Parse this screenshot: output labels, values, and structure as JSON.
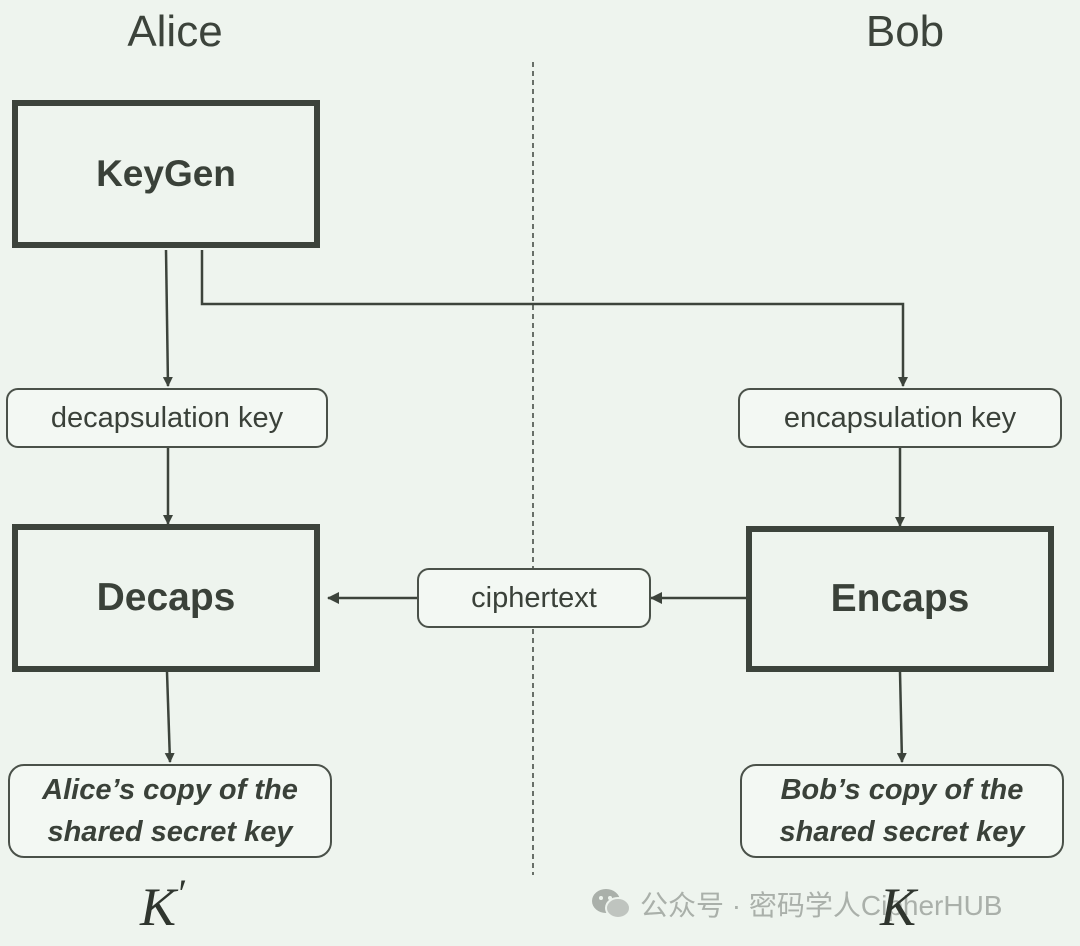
{
  "alice": {
    "label": "Alice",
    "keygen_label": "KeyGen",
    "decaps_key_label": "decapsulation key",
    "decaps_label": "Decaps",
    "secret_line1": "Alice’s copy of the",
    "secret_line2": "shared secret key",
    "key_symbol": "K",
    "key_prime": "′"
  },
  "bob": {
    "label": "Bob",
    "encaps_key_label": "encapsulation key",
    "encaps_label": "Encaps",
    "secret_line1": "Bob’s copy of the",
    "secret_line2": "shared secret key",
    "key_symbol": "K"
  },
  "channel": {
    "ciphertext_label": "ciphertext"
  },
  "watermark": {
    "text": "公众号 · 密码学人CipherHUB",
    "icon": "wechat-icon"
  },
  "colors": {
    "background": "#eef4ee",
    "stroke": "#3c433b"
  }
}
